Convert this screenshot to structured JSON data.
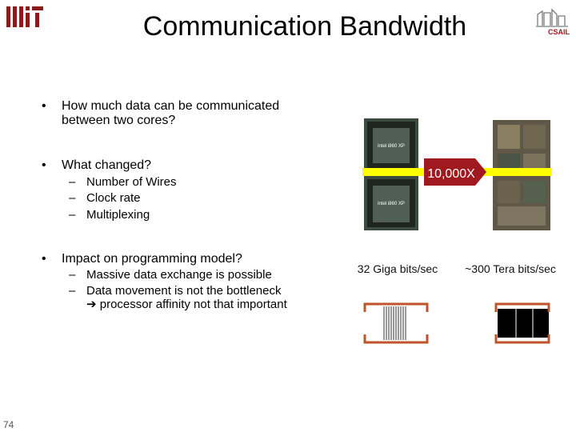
{
  "title": "Communication Bandwidth",
  "logos": {
    "left": "Mit",
    "right": "CSAIL"
  },
  "bullets": [
    {
      "text": "How much data can be communicated between two cores?"
    },
    {
      "text": "What changed?",
      "sub": [
        "Number of Wires",
        "Clock rate",
        "Multiplexing"
      ]
    },
    {
      "text": "Impact on programming model?",
      "sub": [
        "Massive data exchange is possible",
        "Data movement is not the bottleneck"
      ],
      "arrow_line": "processor affinity not that important"
    }
  ],
  "figure": {
    "multiplier": "10,000X",
    "left_rate": "32 Giga bits/sec",
    "right_rate": "~300 Tera bits/sec",
    "chip_labels": [
      "intel i860 XP",
      "intel i860 XP"
    ]
  },
  "page_number": "74",
  "colors": {
    "accent": "#a0191f",
    "highlight": "#ffff00",
    "logo": "#7a7a7a",
    "bar": "#c0532a"
  }
}
